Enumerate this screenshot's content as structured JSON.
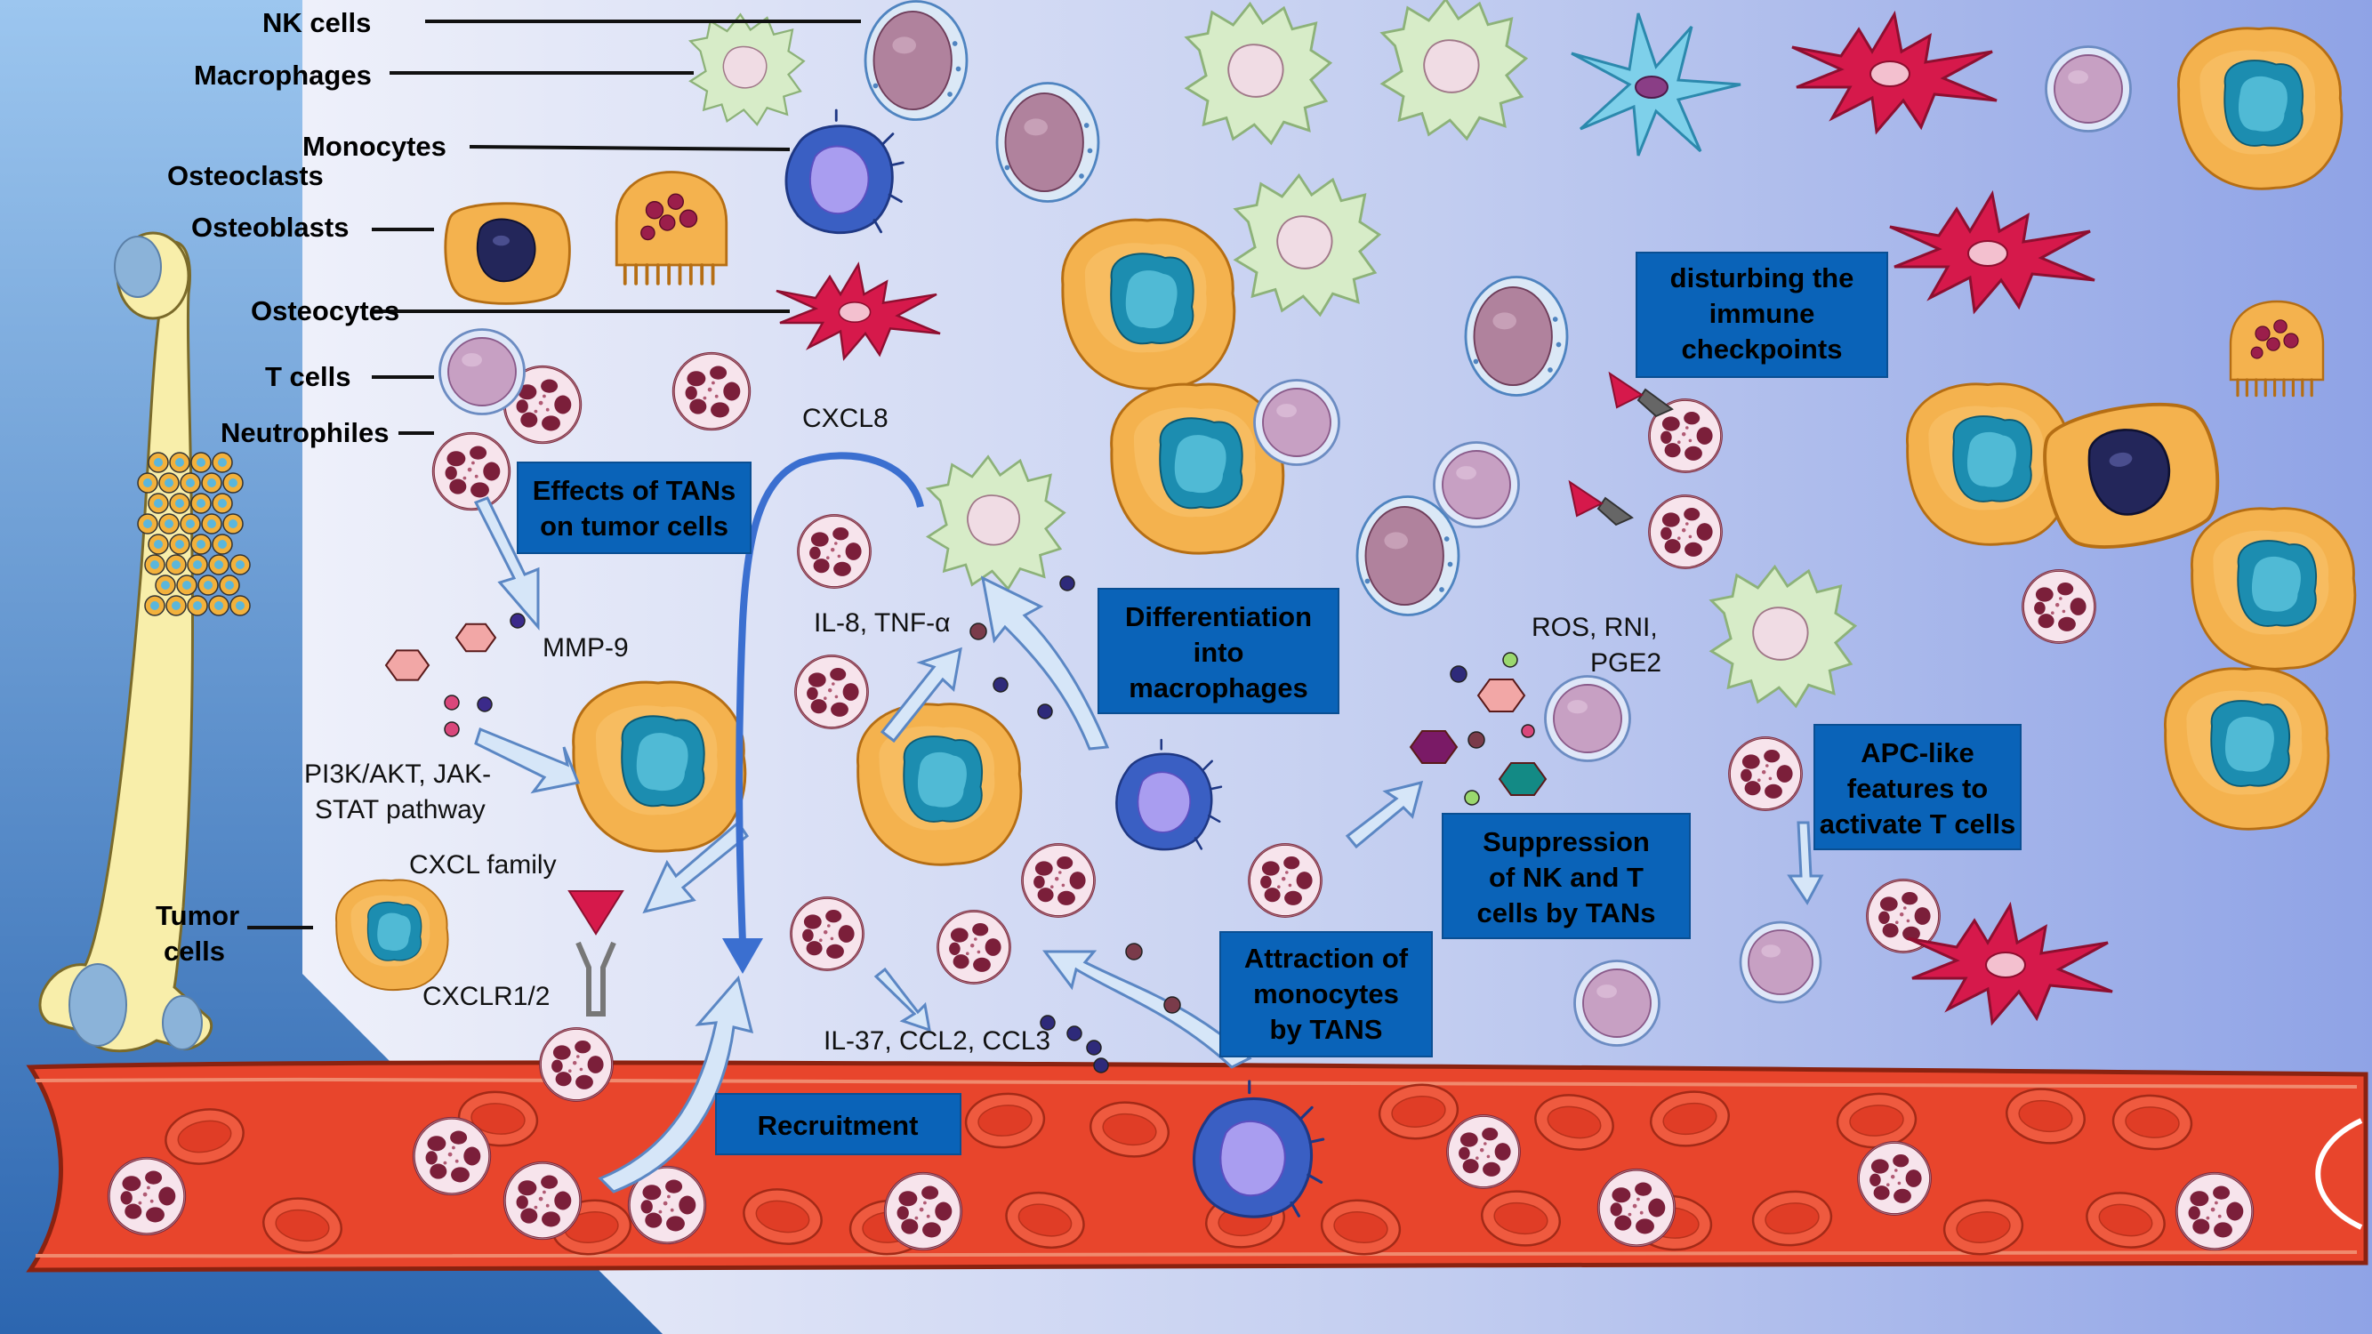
{
  "legend": {
    "nk_cells": "NK cells",
    "macrophages": "Macrophages",
    "monocytes": "Monocytes",
    "osteoclasts": "Osteoclasts",
    "osteoblasts": "Osteoblasts",
    "osteocytes": "Osteocytes",
    "t_cells": "T cells",
    "neutrophiles": "Neutrophiles",
    "tumor_cells_line1": "Tumor",
    "tumor_cells_line2": "cells"
  },
  "boxes": {
    "effects_l1": "Effects of TANs",
    "effects_l2": "on tumor cells",
    "diff_l1": "Differentiation",
    "diff_l2": "into",
    "diff_l3": "macrophages",
    "disturb_l1": "disturbing the",
    "disturb_l2": "immune",
    "disturb_l3": "checkpoints",
    "supp_l1": "Suppression",
    "supp_l2": "of NK and T",
    "supp_l3": "cells by TANs",
    "apc_l1": "APC-like",
    "apc_l2": "features to",
    "apc_l3": "activate T cells",
    "attract_l1": "Attraction of",
    "attract_l2": "monocytes",
    "attract_l3": "by TANS",
    "recruitment": "Recruitment"
  },
  "mediators": {
    "cxcl8": "CXCL8",
    "mmp9": "MMP-9",
    "il8": "IL-8, TNF-α",
    "pi3k_l1": "PI3K/AKT, JAK-",
    "pi3k_l2": "STAT pathway",
    "cxcl_family": "CXCL family",
    "cxclr": "CXCLR1/2",
    "il37": "IL-37, CCL2, CCL3",
    "ros_l1": "ROS, RNI,",
    "ros_l2": "PGE2"
  },
  "colors": {
    "box": "#0a63b8",
    "vessel": "#e8452c",
    "rbc": "#f0563d",
    "neutrophil": "#f6e3ea",
    "tumor": "#f4b24e",
    "tumor_nucleus": "#2aa1c4",
    "macrophage": "#cfe8c0",
    "osteocyte": "#d6194b",
    "tcell": "#c9a4c9",
    "bone": "#f7e99a"
  }
}
